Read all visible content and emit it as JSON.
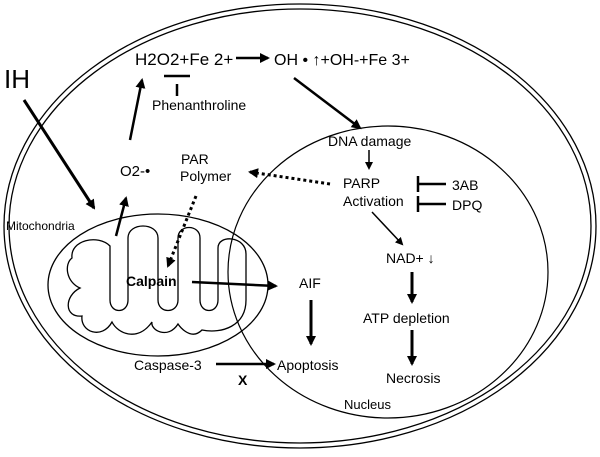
{
  "labels": {
    "ih": "IH",
    "h2o2_fe": "H2O2+Fe 2+",
    "oh_radical": "OH • ↑+OH-+Fe 3+",
    "phenanthroline": "Phenanthroline",
    "superoxide": "O2-•",
    "par_polymer_line1": "PAR",
    "par_polymer_line2": "Polymer",
    "mitochondria": "Mitochondria",
    "calpain": "Calpain",
    "aif": "AIF",
    "caspase3": "Caspase-3",
    "x_mark": "X",
    "apoptosis": "Apoptosis",
    "nucleus": "Nucleus",
    "dna_damage": "DNA damage",
    "parp_line1": "PARP",
    "parp_line2": "Activation",
    "inhibitor_3ab": "3AB",
    "inhibitor_dpq": "DPQ",
    "nad": "NAD+ ↓",
    "atp_depletion": "ATP depletion",
    "necrosis": "Necrosis"
  }
}
